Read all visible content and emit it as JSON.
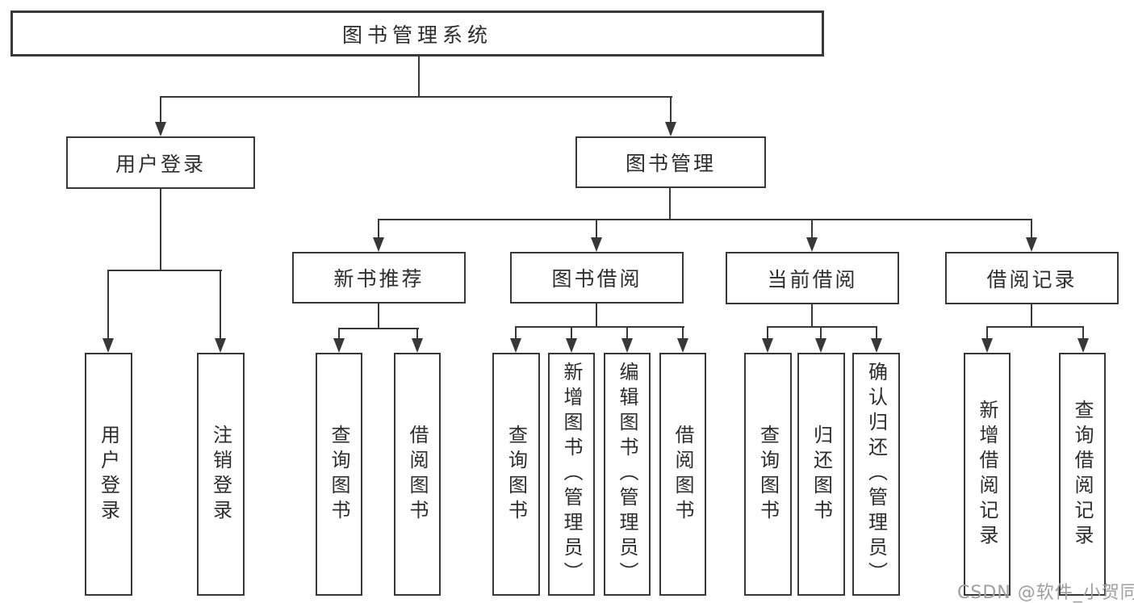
{
  "diagram": {
    "type": "functional-structure-tree",
    "colors": {
      "line": "#383838",
      "border": "#383838",
      "text": "#2d2d2d",
      "box_background": "#ffffff",
      "page_background": "#ffffff",
      "watermark": "#9f9f9f"
    },
    "tree": {
      "label": "图书管理系统",
      "children": [
        {
          "label": "用户登录",
          "children": [
            {
              "label": "用户登录"
            },
            {
              "label": "注销登录"
            }
          ]
        },
        {
          "label": "图书管理",
          "children": [
            {
              "label": "新书推荐",
              "children": [
                {
                  "label": "查询图书"
                },
                {
                  "label": "借阅图书"
                }
              ]
            },
            {
              "label": "图书借阅",
              "children": [
                {
                  "label": "查询图书"
                },
                {
                  "label": "新增图书（管理员）"
                },
                {
                  "label": "编辑图书（管理员）"
                },
                {
                  "label": "借阅图书"
                }
              ]
            },
            {
              "label": "当前借阅",
              "children": [
                {
                  "label": "查询图书"
                },
                {
                  "label": "归还图书"
                },
                {
                  "label": "确认归还（管理员）"
                }
              ]
            },
            {
              "label": "借阅记录",
              "children": [
                {
                  "label": "新增借阅记录"
                },
                {
                  "label": "查询借阅记录"
                }
              ]
            }
          ]
        }
      ]
    },
    "watermark": {
      "text": "CSDN @软件_小贺同学"
    }
  }
}
